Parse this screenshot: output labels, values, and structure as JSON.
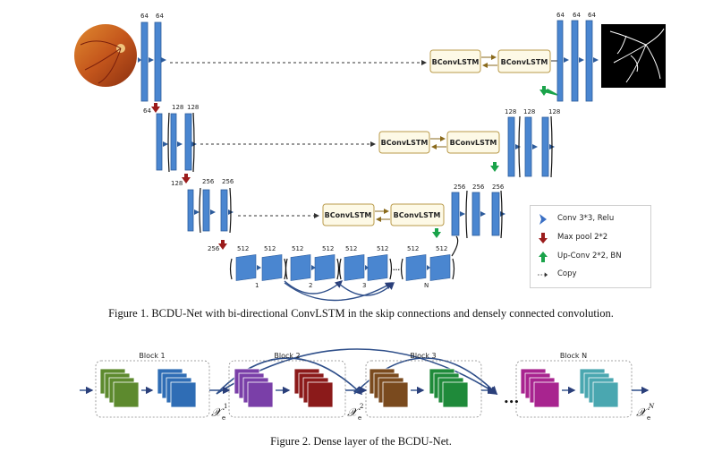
{
  "figure1": {
    "caption": "Figure 1. BCDU-Net with bi-directional ConvLSTM in the skip connections and densely connected convolution.",
    "lstm_label": "BConvLSTM",
    "channels": {
      "l1_left_a": "64",
      "l1_left_b": "64",
      "l1_right_a": "64",
      "l1_right_b": "64",
      "l1_right_c": "64",
      "l2_pool": "64",
      "l2_left_a": "128",
      "l2_left_b": "128",
      "l2_right_a": "128",
      "l2_right_b": "128",
      "l2_right_c": "128",
      "l3_pool": "128",
      "l3_left_a": "256",
      "l3_left_b": "256",
      "l3_right_a": "256",
      "l3_right_b": "256",
      "l3_right_c": "256",
      "l4_pool": "256",
      "l4_a": "512",
      "l4_b": "512",
      "l4_c": "512",
      "l4_d": "512",
      "l4_e": "512",
      "l4_f": "512",
      "l4_g": "512",
      "l4_h": "512"
    },
    "dense_blocks": [
      "1",
      "2",
      "3",
      "N"
    ],
    "ellipsis": "...",
    "legend": [
      {
        "icon": "conv-arrow-icon",
        "label": "Conv 3*3, Relu",
        "color": "#3a6fc4"
      },
      {
        "icon": "maxpool-arrow-icon",
        "label": "Max pool 2*2",
        "color": "#9b1c1c"
      },
      {
        "icon": "upconv-arrow-icon",
        "label": "Up-Conv 2*2, BN",
        "color": "#1aa34a"
      },
      {
        "icon": "copy-arrow-icon",
        "label": "Copy",
        "color": "#333333"
      }
    ]
  },
  "figure2": {
    "caption": "Figure 2. Dense layer of the BCDU-Net.",
    "blocks": [
      {
        "title": "Block 1",
        "colors": [
          "#5d8a2e",
          "#2f6db5"
        ]
      },
      {
        "title": "Block 2",
        "colors": [
          "#7a3fa8",
          "#8b1a1a"
        ]
      },
      {
        "title": "Block 3",
        "colors": [
          "#7a4a1e",
          "#1f8a3a"
        ]
      },
      {
        "title": "Block N",
        "colors": [
          "#a8248f",
          "#4aa7b0"
        ]
      }
    ],
    "x_symbol": "𝒳",
    "x_subscript": "e",
    "x_supers": [
      "1",
      "2",
      "N"
    ],
    "dots": "•••"
  }
}
